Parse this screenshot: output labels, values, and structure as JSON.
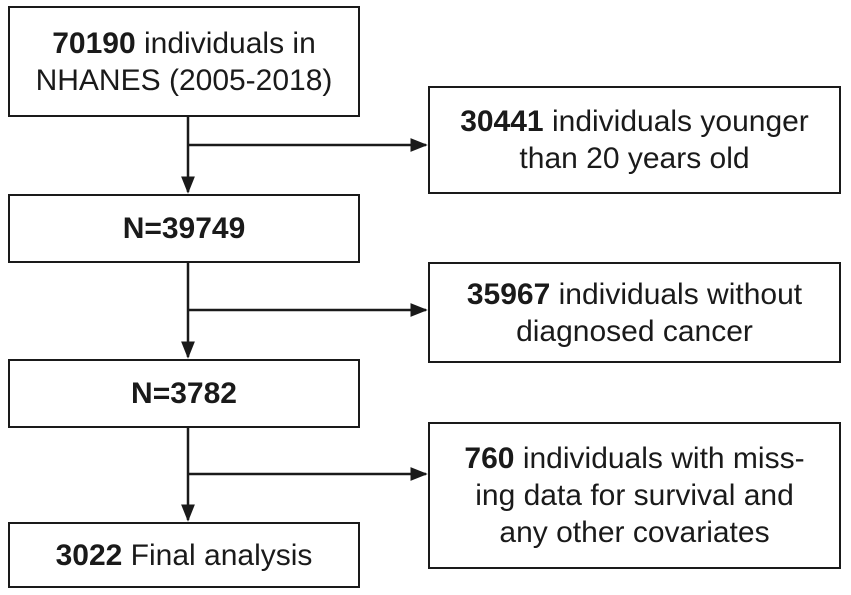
{
  "flowchart": {
    "boxes": {
      "start": {
        "bold": "70190",
        "line1": "individuals in",
        "line2": "NHANES (2005-2018)"
      },
      "n1": {
        "bold": "N=39749"
      },
      "n2": {
        "bold": "N=3782"
      },
      "final": {
        "bold": "3022",
        "rest": "Final analysis"
      }
    },
    "exclusions": {
      "age": {
        "bold": "30441",
        "line1": "individuals younger",
        "line2": "than 20 years old"
      },
      "cancer": {
        "bold": "35967",
        "line1": "individuals without",
        "line2": "diagnosed cancer"
      },
      "missing": {
        "bold": "760",
        "line1": "individuals with miss-",
        "line2": "ing data for survival and",
        "line3": "any other covariates"
      }
    }
  }
}
